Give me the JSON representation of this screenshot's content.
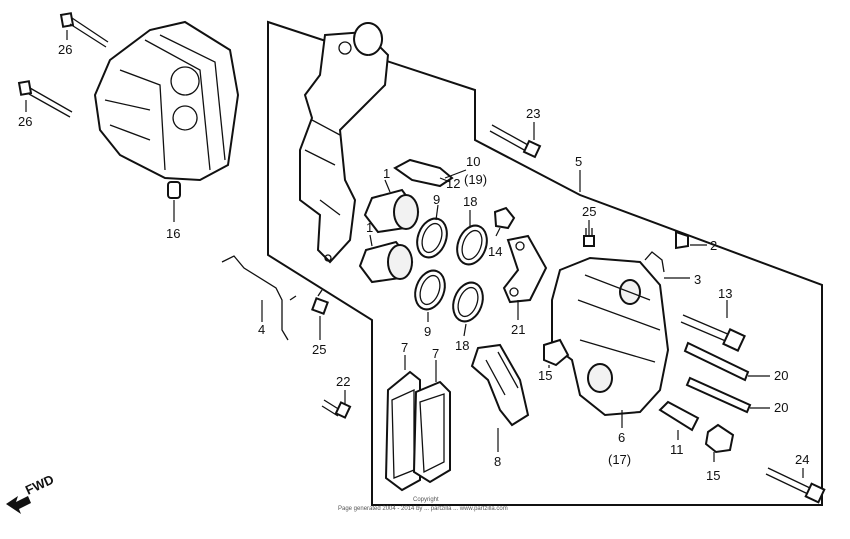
{
  "diagram": {
    "labels": [
      {
        "id": "26a",
        "text": "26"
      },
      {
        "id": "26b",
        "text": "26"
      },
      {
        "id": "16",
        "text": "16"
      },
      {
        "id": "23",
        "text": "23"
      },
      {
        "id": "5",
        "text": "5"
      },
      {
        "id": "10",
        "text": "10"
      },
      {
        "id": "19",
        "text": "(19)"
      },
      {
        "id": "12",
        "text": "12"
      },
      {
        "id": "1a",
        "text": "1"
      },
      {
        "id": "1b",
        "text": "1"
      },
      {
        "id": "9a",
        "text": "9"
      },
      {
        "id": "18a",
        "text": "18"
      },
      {
        "id": "14",
        "text": "14"
      },
      {
        "id": "25a",
        "text": "25"
      },
      {
        "id": "2",
        "text": "2"
      },
      {
        "id": "3",
        "text": "3"
      },
      {
        "id": "9b",
        "text": "9"
      },
      {
        "id": "18b",
        "text": "18"
      },
      {
        "id": "21",
        "text": "21"
      },
      {
        "id": "13",
        "text": "13"
      },
      {
        "id": "4",
        "text": "4"
      },
      {
        "id": "25b",
        "text": "25"
      },
      {
        "id": "7a",
        "text": "7"
      },
      {
        "id": "7b",
        "text": "7"
      },
      {
        "id": "15a",
        "text": "15"
      },
      {
        "id": "20a",
        "text": "20"
      },
      {
        "id": "22",
        "text": "22"
      },
      {
        "id": "20b",
        "text": "20"
      },
      {
        "id": "8",
        "text": "8"
      },
      {
        "id": "6",
        "text": "6"
      },
      {
        "id": "17",
        "text": "(17)"
      },
      {
        "id": "11",
        "text": "11"
      },
      {
        "id": "15b",
        "text": "15"
      },
      {
        "id": "24",
        "text": "24"
      }
    ],
    "fwd": "FWD",
    "copyright": "Copyright",
    "footer": "Page generated 2004 - 2014 by ... partzilla ... www.partzilla.com"
  }
}
